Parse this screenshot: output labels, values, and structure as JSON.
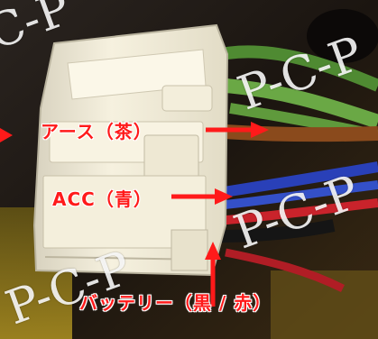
{
  "labels": {
    "earth": "アース（茶）",
    "acc": "ACC（青）",
    "battery": "バッテリー（黒 / 赤）"
  },
  "watermark": "P-C-P",
  "colors": {
    "label_red": "#ff1a1a",
    "connector_white": "#f2ecd9",
    "wire_green": "#5f9a3c",
    "wire_brown": "#8a4a1c",
    "wire_blue": "#2940b8",
    "wire_red": "#c9232b",
    "wire_black": "#151515"
  }
}
